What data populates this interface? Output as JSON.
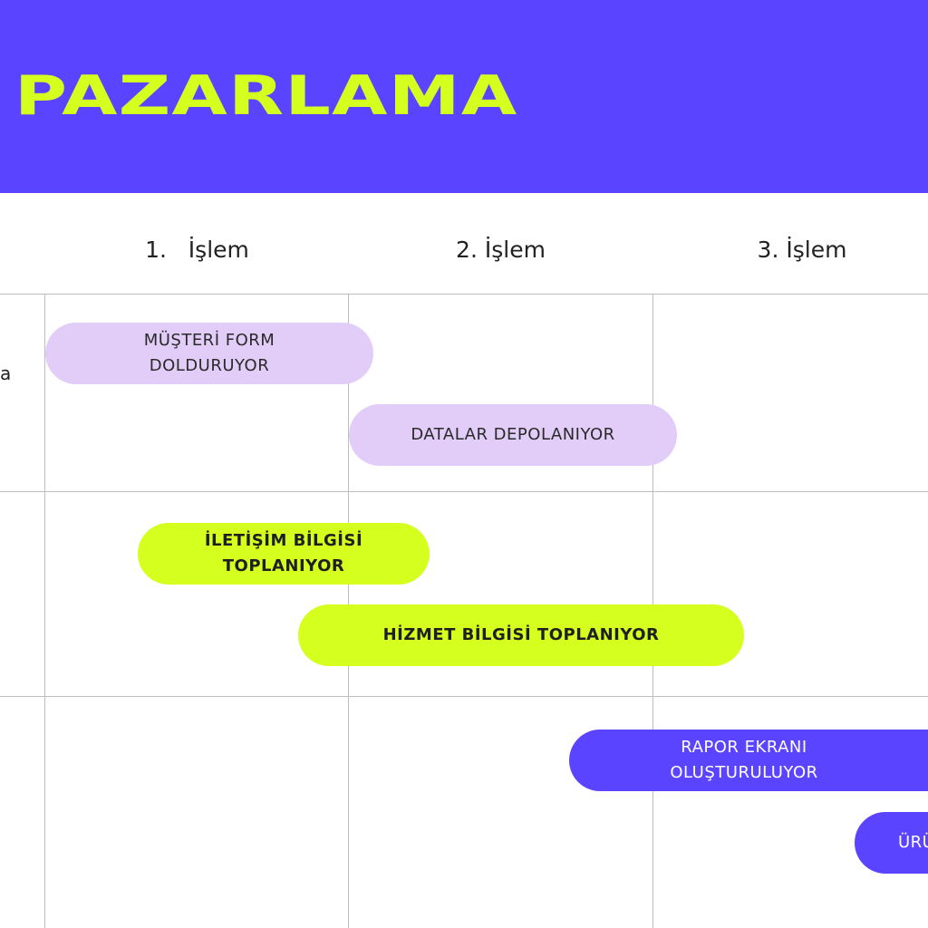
{
  "header": {
    "title": "PAZARLAMA",
    "background": "#5b44ff",
    "title_color": "#d4ff1f"
  },
  "columns": [
    {
      "label": "1.   İşlem"
    },
    {
      "label": "2. İşlem"
    },
    {
      "label": "3. İşlem"
    }
  ],
  "rows": [
    {
      "label": "a"
    }
  ],
  "tasks": [
    {
      "label": "MÜŞTERİ FORM\nDOLDURUYOR",
      "color": "#e2ccf8"
    },
    {
      "label": "DATALAR DEPOLANIYOR",
      "color": "#e2ccf8"
    },
    {
      "label": "İLETİŞİM BİLGİSİ\nTOPLANIYOR",
      "color": "#d4ff1f"
    },
    {
      "label": "HİZMET BİLGİSİ TOPLANIYOR",
      "color": "#d4ff1f"
    },
    {
      "label": "RAPOR EKRANI\nOLUŞTURULUYOR",
      "color": "#5b44ff"
    },
    {
      "label": "ÜRÜ",
      "color": "#5b44ff"
    }
  ]
}
